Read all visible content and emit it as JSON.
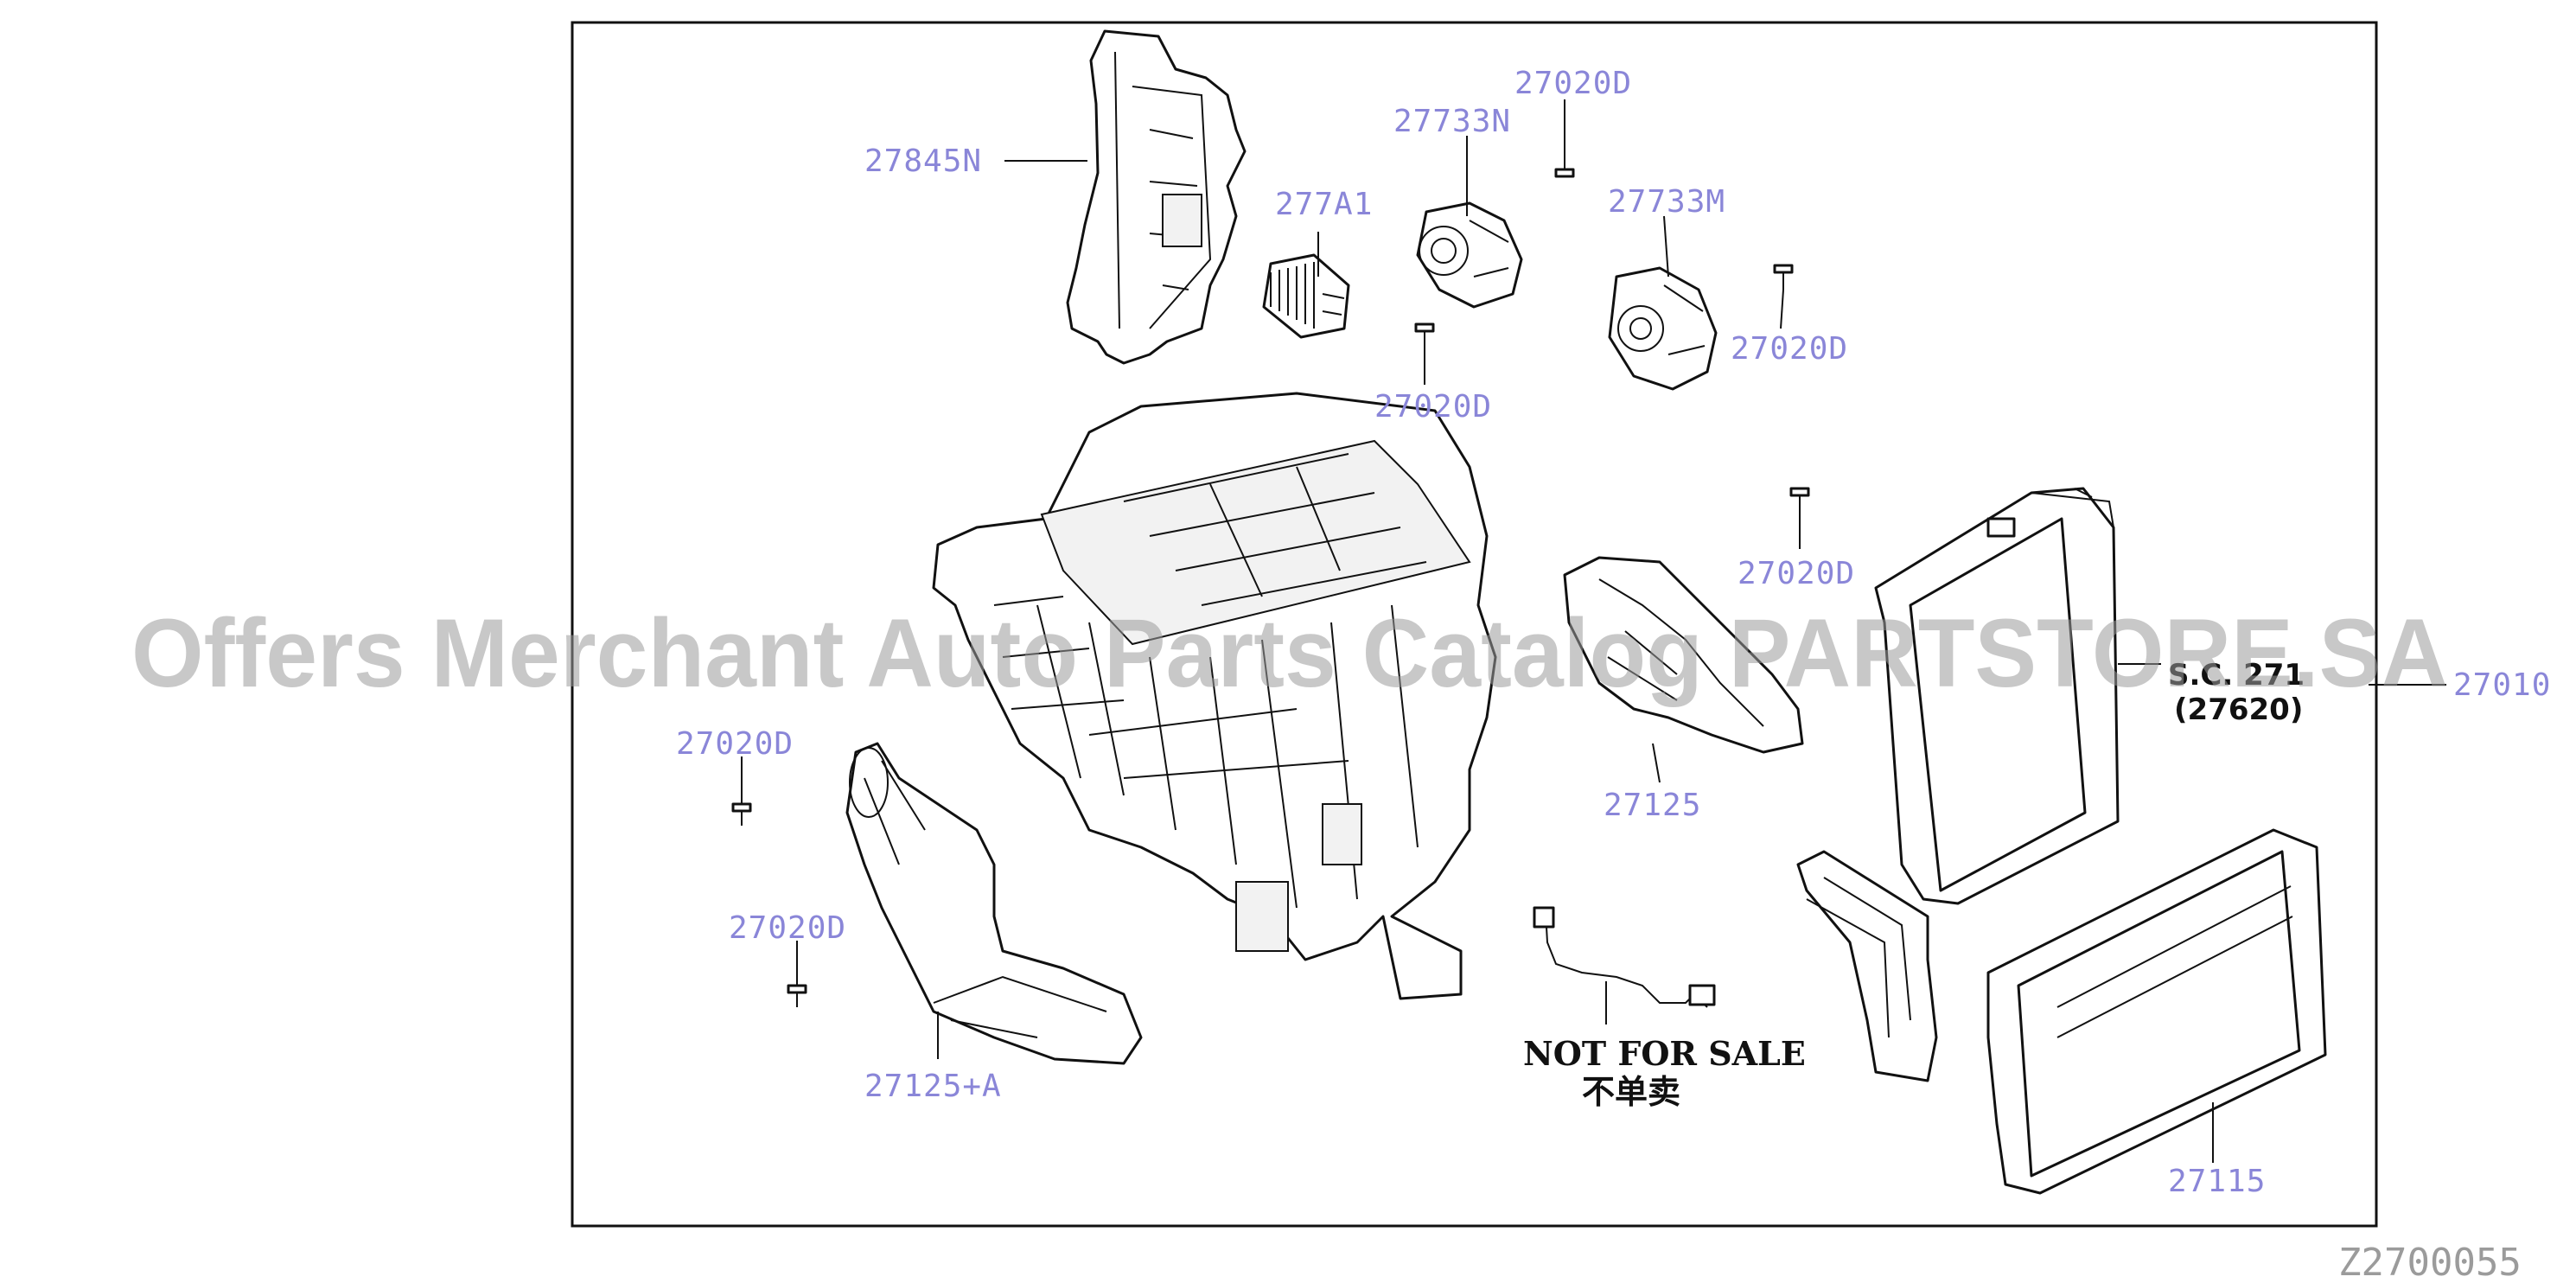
{
  "labels": {
    "l27845N": "27845N",
    "l277A1": "277A1",
    "l27733N": "27733N",
    "l27020D_top": "27020D",
    "l27733M": "27733M",
    "l27020D_mid_right": "27020D",
    "l27020D_mid": "27020D",
    "l27020D_right": "27020D",
    "l27010": "27010",
    "l27125": "27125",
    "l27020D_left1": "27020D",
    "l27020D_left2": "27020D",
    "l27125A": "27125+A",
    "l27115": "27115"
  },
  "sc": {
    "line1": "S.C. 271",
    "line2": "(27620)"
  },
  "note": {
    "en": "NOT FOR SALE",
    "zh": "不单卖"
  },
  "watermark": "Offers Merchant Auto Parts Catalog PARTSTORE.SA",
  "diagram_code": "Z2700055",
  "colors": {
    "label": "#8a86d8",
    "line": "#111111",
    "watermark": "#9a9a9a"
  }
}
